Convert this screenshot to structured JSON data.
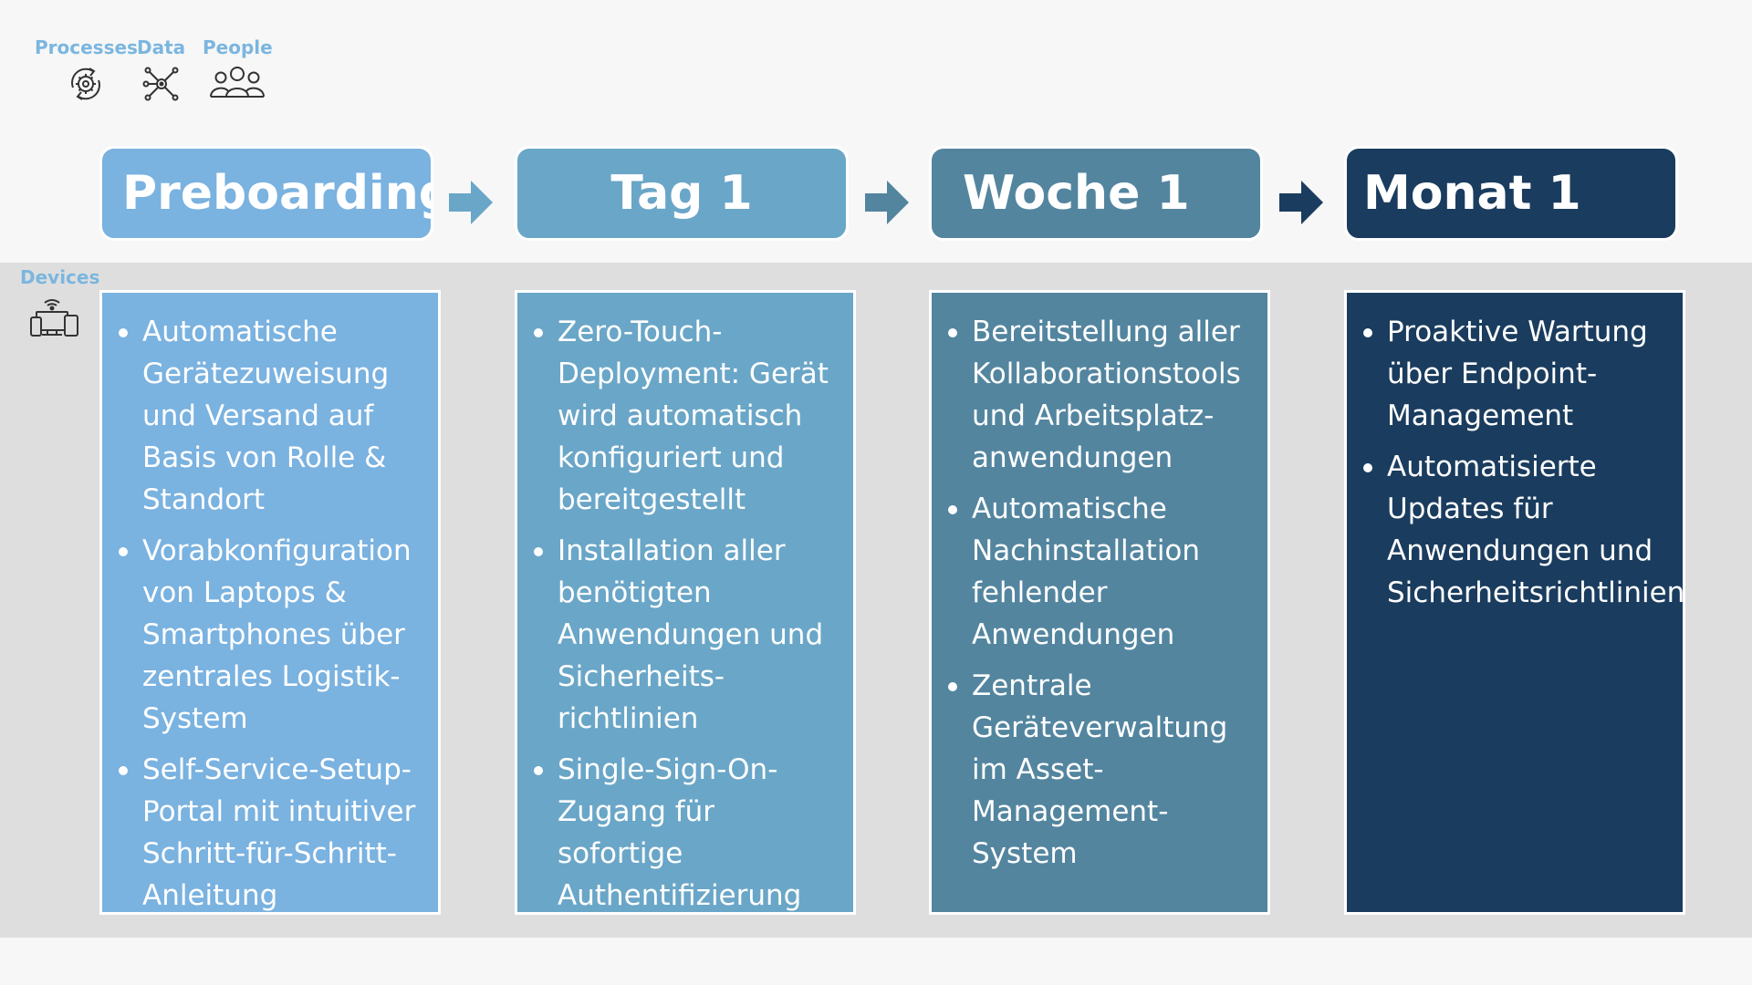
{
  "legend": {
    "processes": {
      "label": "Processes",
      "icon": "gear-cycle-icon"
    },
    "data": {
      "label": "Data",
      "icon": "network-nodes-icon"
    },
    "people": {
      "label": "People",
      "icon": "people-group-icon"
    },
    "devices": {
      "label": "Devices",
      "icon": "devices-icon"
    }
  },
  "colors": {
    "legend_text": "#7bb6df",
    "phase_1": "#7ab2e0",
    "phase_2": "#6aa6c7",
    "phase_3": "#53859f",
    "phase_4": "#1a3c5e",
    "band": "#dedede",
    "background": "#f7f7f7"
  },
  "phases": [
    {
      "title": "Preboarding",
      "items": [
        "Automatische Gerätezuweisung und Versand auf Basis von Rolle & Standort",
        "Vorabkonfiguration von Laptops & Smartphones über zentrales Logistik-System",
        "Self-Service-Setup-Portal mit intuitiver Schritt-für-Schritt-Anleitung"
      ]
    },
    {
      "title": "Tag 1",
      "items": [
        "Zero-Touch-Deployment: Gerät wird automatisch konfiguriert und bereitgestellt",
        "Installation aller benötigten Anwendungen und Sicherheits-richtlinien",
        "Single-Sign-On-Zugang für sofortige Authentifizierung"
      ]
    },
    {
      "title": "Woche 1",
      "items": [
        "Bereitstellung aller Kollaborationstools und Arbeitsplatz-anwendungen",
        "Automatische Nachinstallation fehlender Anwendungen",
        "Zentrale Geräteverwaltung im Asset-Management-System"
      ]
    },
    {
      "title": "Monat 1",
      "items": [
        "Proaktive Wartung über Endpoint-Management",
        "Automatisierte Updates für Anwendungen und Sicherheitsrichtlinien"
      ]
    }
  ]
}
